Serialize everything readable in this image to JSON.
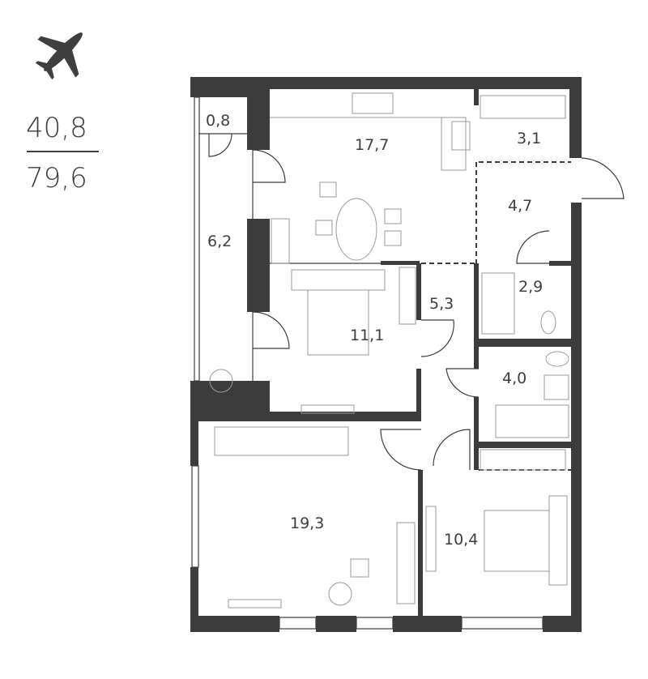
{
  "header": {
    "icon": "airplane-icon",
    "living_area": "40,8",
    "total_area": "79,6"
  },
  "rooms": {
    "wardrobe_small": "0,8",
    "kitchen": "17,7",
    "storage": "3,1",
    "hall": "4,7",
    "loggia": "6,2",
    "corridor": "5,3",
    "bathroom_small": "2,9",
    "bedroom_1": "11,1",
    "bathroom": "4,0",
    "living_room": "19,3",
    "bedroom_2": "10,4"
  },
  "colors": {
    "wall": "#3c3c3c",
    "text": "#3f3f3f"
  }
}
